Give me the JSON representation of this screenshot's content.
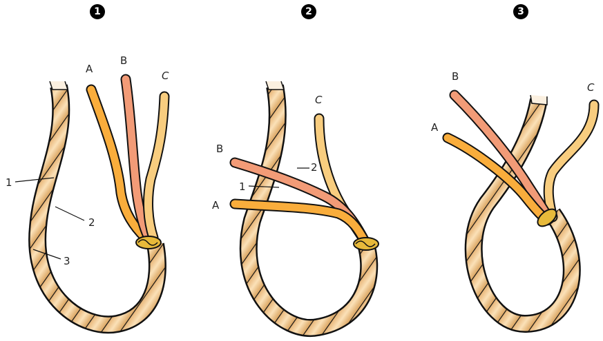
{
  "steps": [
    {
      "number": "1",
      "strand_labels": {
        "a": "A",
        "b": "B",
        "c": "C"
      },
      "callouts": [
        "1",
        "2",
        "3"
      ]
    },
    {
      "number": "2",
      "strand_labels": {
        "a": "A",
        "b": "B",
        "c": "C"
      },
      "callouts": [
        "1",
        "2"
      ]
    },
    {
      "number": "3",
      "strand_labels": {
        "a": "A",
        "b": "B",
        "c": "C"
      }
    }
  ],
  "colors": {
    "rope": "#f3cf98",
    "rope_shadow": "#d9a866",
    "strand_a": "#f9ad3c",
    "strand_b": "#f29b77",
    "strand_c": "#f8cd7f",
    "whipping": "#e7b93a",
    "outline": "#111111"
  }
}
